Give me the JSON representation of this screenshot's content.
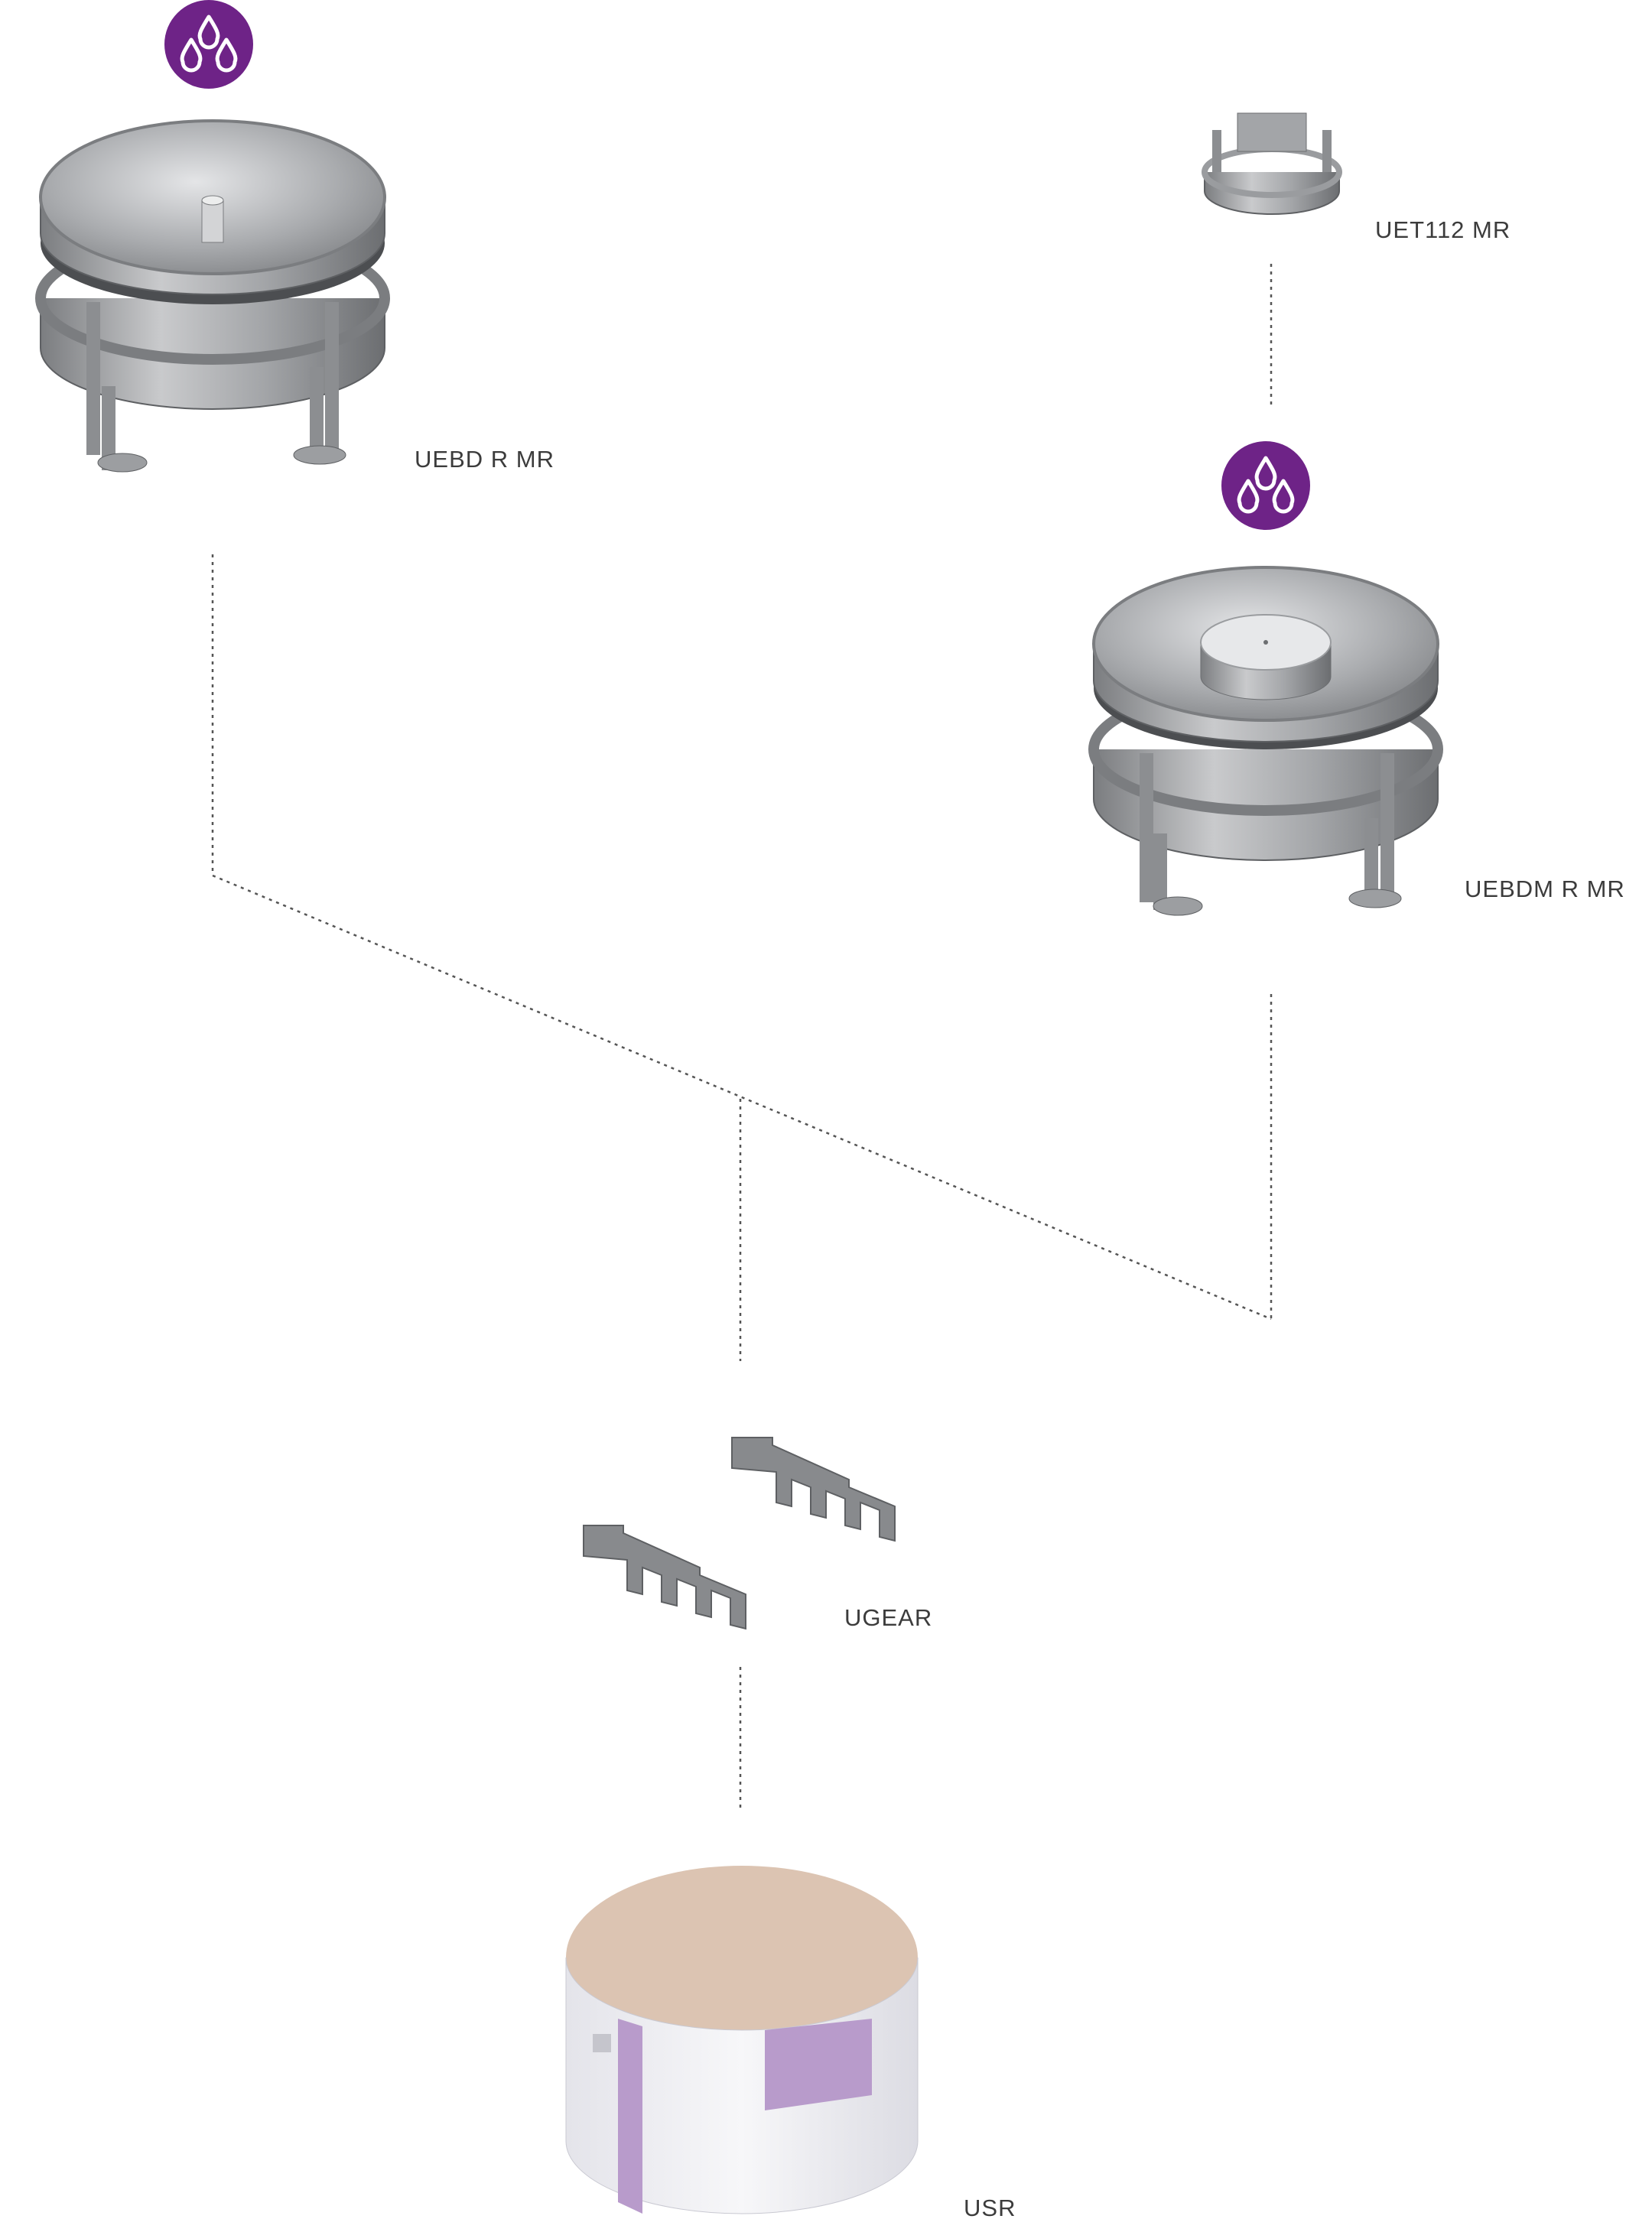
{
  "products": [
    {
      "id": "ueet",
      "label": "UET112 MR"
    },
    {
      "id": "uebd",
      "label": "UEBD R MR"
    },
    {
      "id": "uebdm",
      "label": "UEBDM R MR"
    },
    {
      "id": "ugear",
      "label": "UGEAR"
    },
    {
      "id": "usr",
      "label": "USR"
    }
  ],
  "badge": {
    "icon": "water-drops-icon",
    "color": "#6e2387"
  },
  "colors": {
    "metal": "#a7a8ab",
    "metal_dark": "#6f7174",
    "line": "#555555",
    "sleeve_inner": "#dcc4b2",
    "sleeve_label": "#b89bcb"
  }
}
